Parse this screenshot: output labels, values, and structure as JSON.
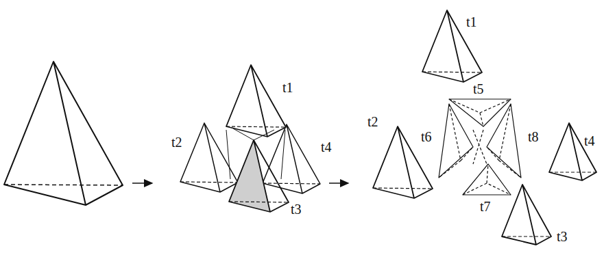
{
  "diagram": {
    "labels": [
      "t1",
      "t2",
      "t4",
      "t3",
      "t1",
      "t5",
      "t2",
      "t6",
      "t8",
      "t4",
      "t7",
      "t3"
    ]
  }
}
